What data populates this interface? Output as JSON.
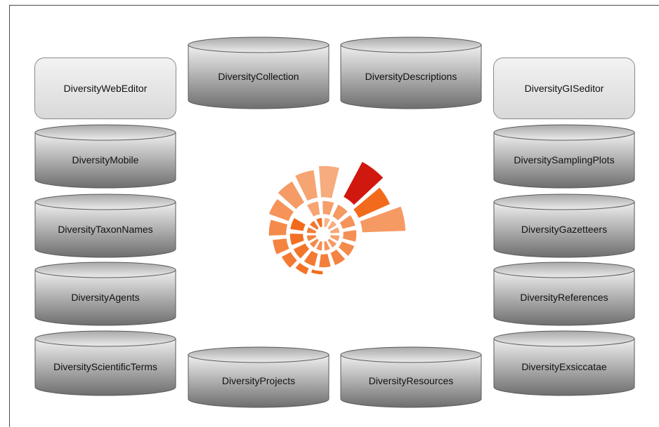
{
  "editors": {
    "web_editor": "DiversityWebEditor",
    "gis_editor": "DiversityGISeditor"
  },
  "databases": {
    "collection": "DiversityCollection",
    "descriptions": "DiversityDescriptions",
    "mobile": "DiversityMobile",
    "taxon_names": "DiversityTaxonNames",
    "agents": "DiversityAgents",
    "scientific_terms": "DiversityScientificTerms",
    "projects": "DiversityProjects",
    "resources": "DiversityResources",
    "sampling_plots": "DiversitySamplingPlots",
    "gazetteers": "DiversityGazetteers",
    "references": "DiversityReferences",
    "exsiccatae": "DiversityExsiccatae"
  },
  "colors": {
    "cylinder_light": "#f0f0f0",
    "cylinder_dark": "#6e6e6e",
    "cylinder_stroke": "#5a5a5a",
    "logo_accent": "#d0180f",
    "logo_orange": "#f26a1b",
    "logo_light": "#f7b48a"
  },
  "icons": {
    "center_logo": "spiral-segments-logo",
    "database": "cylinder-icon"
  }
}
